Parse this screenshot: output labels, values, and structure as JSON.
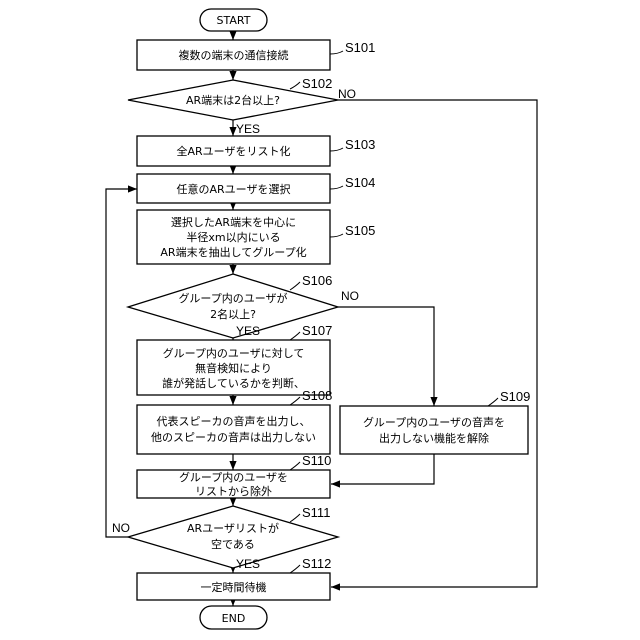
{
  "start": "START",
  "end": "END",
  "steps": {
    "s101": {
      "label": "S101",
      "lines": [
        "複数の端末の通信接続"
      ]
    },
    "s102": {
      "label": "S102",
      "lines": [
        "AR端末は2台以上?"
      ]
    },
    "s103": {
      "label": "S103",
      "lines": [
        "全ARユーザをリスト化"
      ]
    },
    "s104": {
      "label": "S104",
      "lines": [
        "任意のARユーザを選択"
      ]
    },
    "s105": {
      "label": "S105",
      "lines": [
        "選択したAR端末を中心に",
        "半径xm以内にいる",
        "AR端末を抽出してグループ化"
      ]
    },
    "s106": {
      "label": "S106",
      "lines": [
        "グループ内のユーザが",
        "2名以上?"
      ]
    },
    "s107": {
      "label": "S107",
      "lines": [
        "グループ内のユーザに対して",
        "無音検知により",
        "誰が発話しているかを判断、"
      ]
    },
    "s108": {
      "label": "S108",
      "lines": [
        "代表スピーカの音声を出力し、",
        "他のスピーカの音声は出力しない"
      ]
    },
    "s109": {
      "label": "S109",
      "lines": [
        "グループ内のユーザの音声を",
        "出力しない機能を解除"
      ]
    },
    "s110": {
      "label": "S110",
      "lines": [
        "グループ内のユーザを",
        "リストから除外"
      ]
    },
    "s111": {
      "label": "S111",
      "lines": [
        "ARユーザリストが",
        "空である"
      ]
    },
    "s112": {
      "label": "S112",
      "lines": [
        "一定時間待機"
      ]
    }
  },
  "branch": {
    "yes": "YES",
    "no": "NO"
  }
}
